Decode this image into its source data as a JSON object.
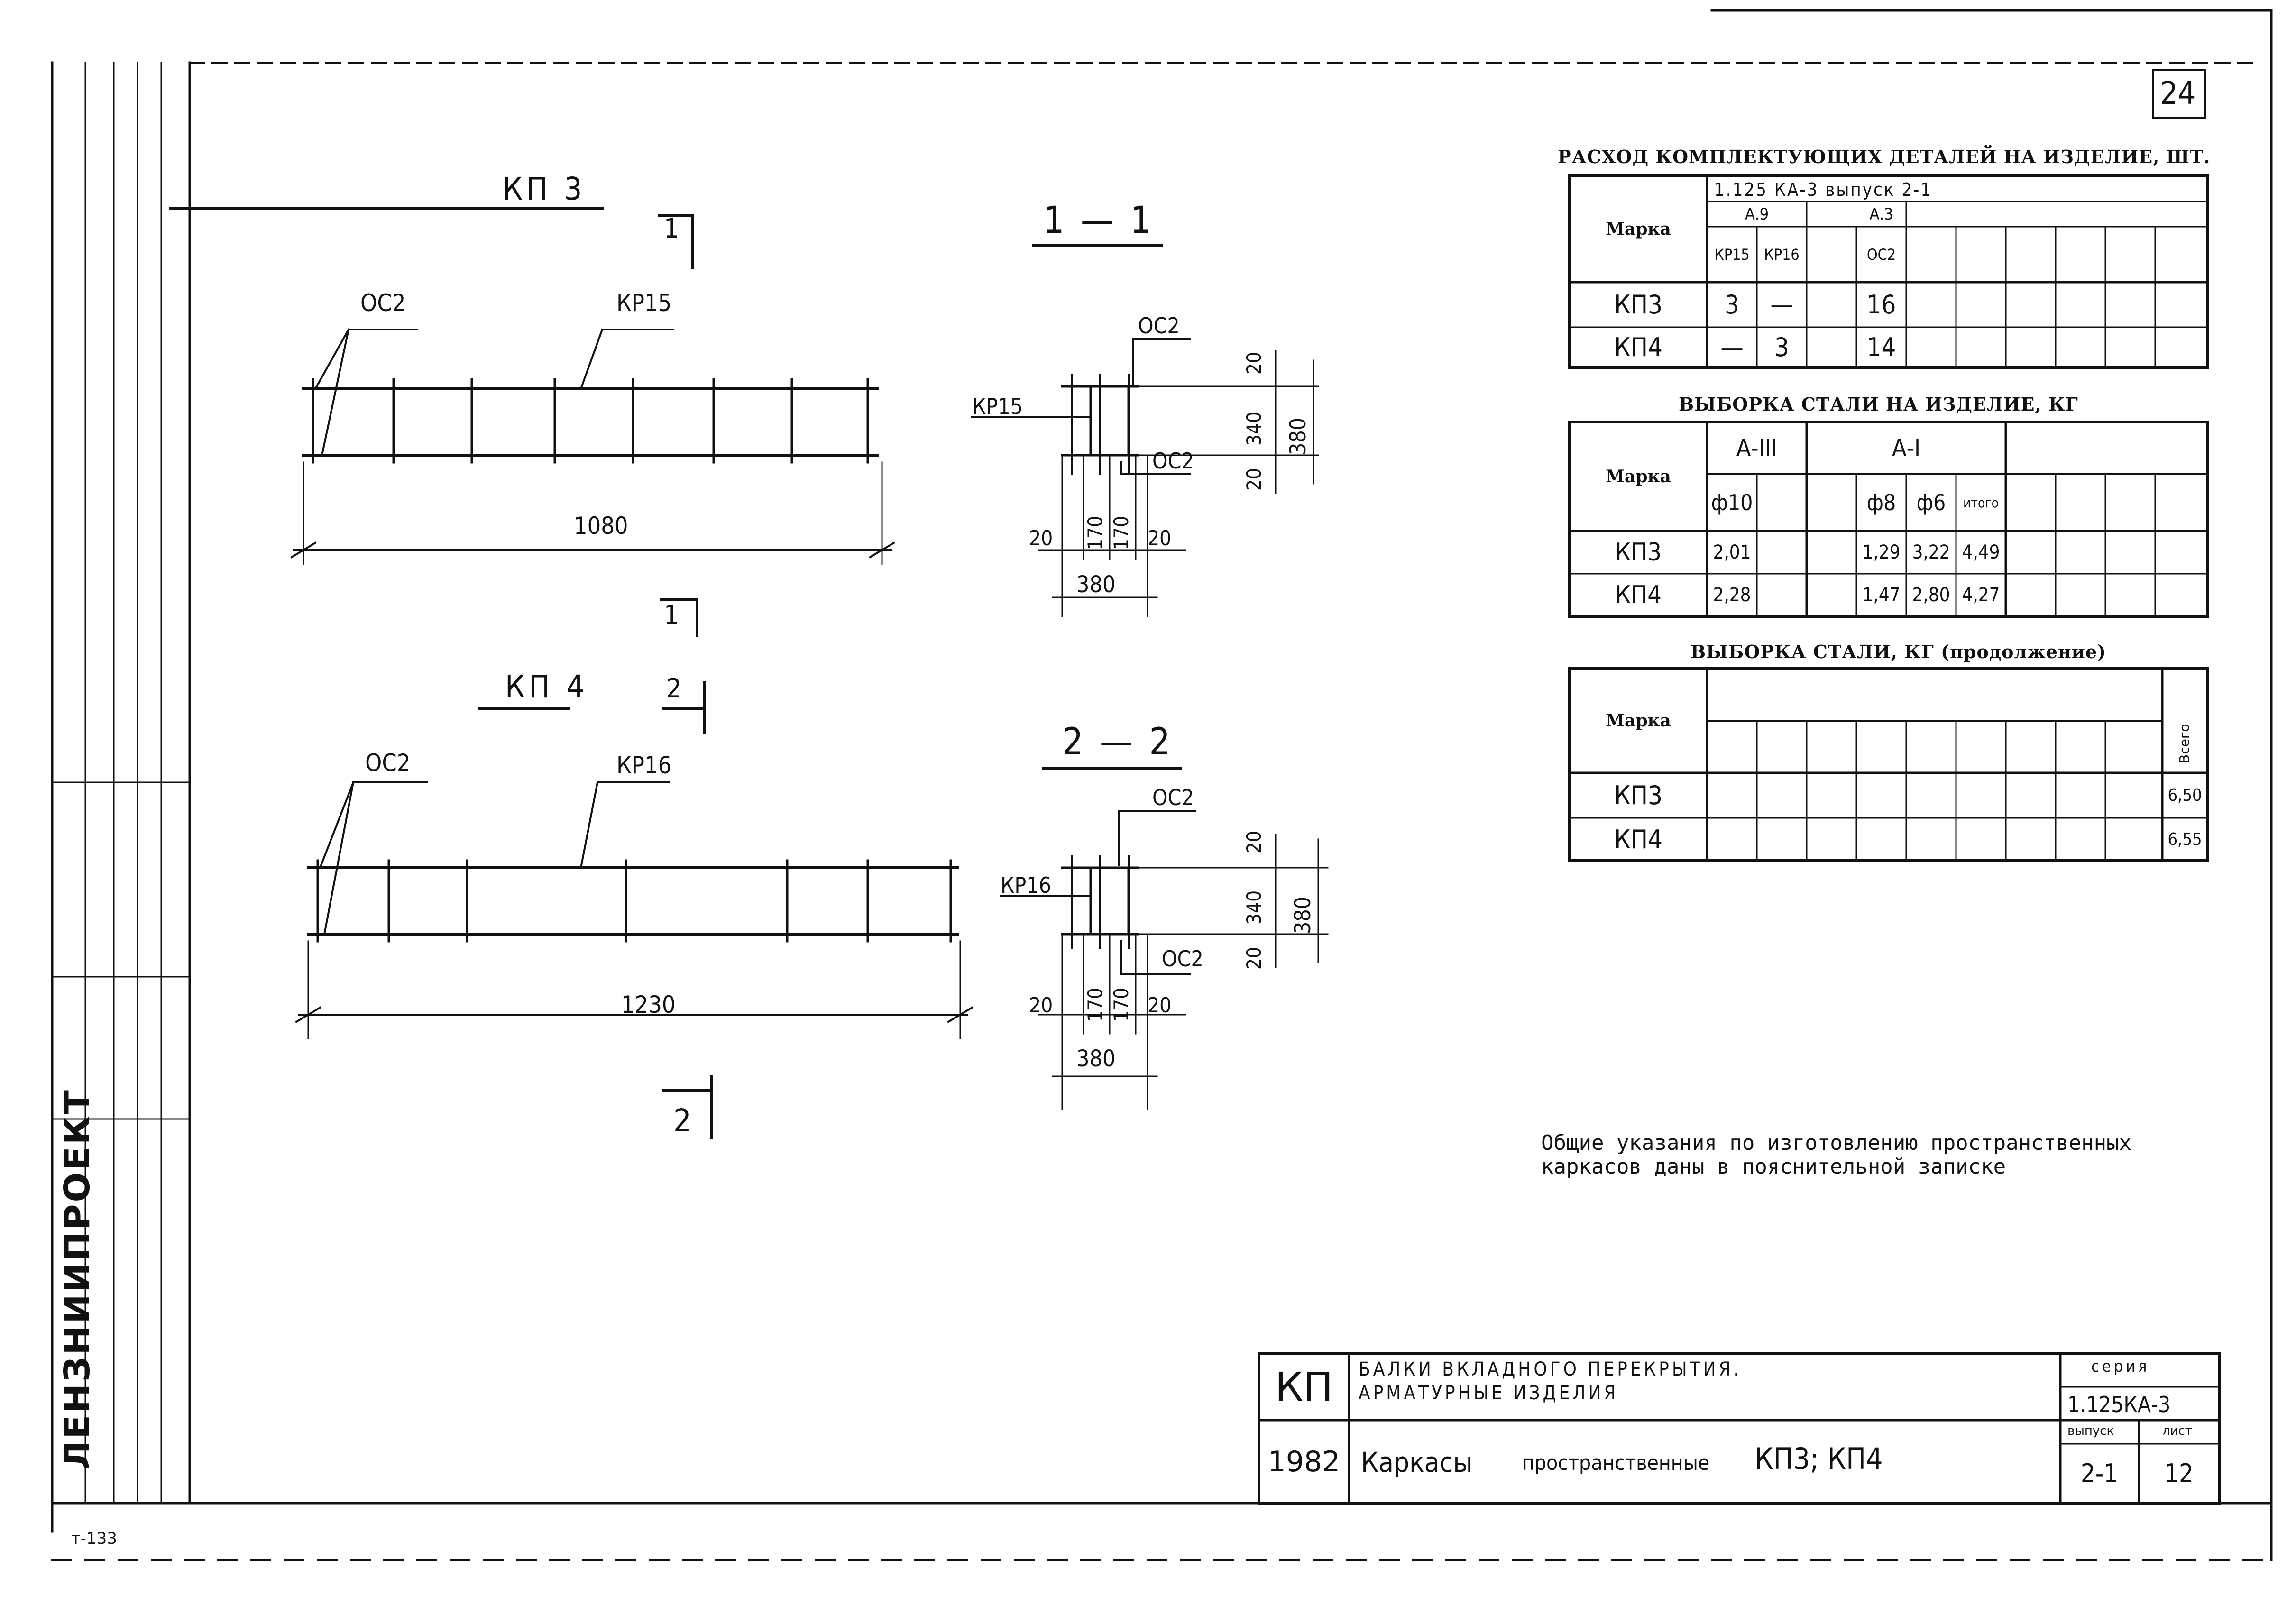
{
  "page": {
    "number": "24",
    "bottom_left_mark": "т-133"
  },
  "drawings": {
    "kp3": {
      "title": "КП 3",
      "section_marker": "1",
      "label_os2": "ОС2",
      "label_kr": "КР15",
      "length": "1080"
    },
    "kp4": {
      "title": "КП 4",
      "section_marker": "2",
      "label_os2": "ОС2",
      "label_kr": "КР16",
      "length": "1230"
    },
    "section1": {
      "title": "1 — 1",
      "label_top": "ОС2",
      "label_side": "КР15",
      "label_bottom": "ОС2",
      "dim_top": "20",
      "dim_inner": "340",
      "dim_outer": "380",
      "dim_bottom": "20",
      "dim_a": "20",
      "dim_b": "170",
      "dim_c": "170",
      "dim_d": "20",
      "dim_width": "380"
    },
    "section2": {
      "title": "2 — 2",
      "label_top": "ОС2",
      "label_side": "КР16",
      "label_bottom": "ОС2",
      "dim_top": "20",
      "dim_inner": "340",
      "dim_outer": "380",
      "dim_bottom": "20",
      "dim_a": "20",
      "dim_b": "170",
      "dim_c": "170",
      "dim_d": "20",
      "dim_width": "380"
    }
  },
  "table1": {
    "title": "РАСХОД КОМПЛЕКТУЮЩИХ ДЕТАЛЕЙ НА ИЗДЕЛИЕ, ШТ.",
    "header_series": "1.125 КА-3  выпуск 2-1",
    "header_group1": "А.9",
    "header_group2": "А.3",
    "col_mark": "Марка",
    "columns": [
      "КР15",
      "КР16",
      "",
      "ОС2"
    ],
    "rows": [
      {
        "mark": "КП3",
        "values": [
          "3",
          "—",
          "",
          "16"
        ]
      },
      {
        "mark": "КП4",
        "values": [
          "—",
          "3",
          "",
          "14"
        ]
      }
    ]
  },
  "table2": {
    "title": "ВЫБОРКА СТАЛИ НА ИЗДЕЛИЕ, КГ",
    "col_mark": "Марка",
    "group1": "А-III",
    "group2": "А-I",
    "columns": [
      "ф10",
      "",
      "",
      "ф8",
      "ф6",
      "итого"
    ],
    "rows": [
      {
        "mark": "КП3",
        "values": [
          "2,01",
          "",
          "",
          "1,29",
          "3,22",
          "4,49"
        ]
      },
      {
        "mark": "КП4",
        "values": [
          "2,28",
          "",
          "",
          "1,47",
          "2,80",
          "4,27"
        ]
      }
    ]
  },
  "table3": {
    "title": "ВЫБОРКА СТАЛИ, КГ (продолжение)",
    "col_mark": "Марка",
    "col_total": "Всего",
    "rows": [
      {
        "mark": "КП3",
        "total": "6,50"
      },
      {
        "mark": "КП4",
        "total": "6,55"
      }
    ]
  },
  "notes": {
    "line1": "Общие указания по изготовлению пространственных",
    "line2": "каркасов даны в пояснительной записке"
  },
  "title_block": {
    "code_short": "КП",
    "title_line1": "БАЛКИ ВКЛАДНОГО ПЕРЕКРЫТИЯ.",
    "title_line2": "АРМАТУРНЫЕ ИЗДЕЛИЯ",
    "series_label": "серия",
    "series_value": "1.125КА-3",
    "year": "1982",
    "sheet_title_a": "Каркасы",
    "sheet_title_b": "пространственные",
    "sheet_title_c": "КП3; КП4",
    "issue_label": "выпуск",
    "issue_value": "2-1",
    "sheet_label": "лист",
    "sheet_value": "12"
  },
  "side_stamp": {
    "org": "ЛЕНЗНИИПРОЕКТ"
  }
}
